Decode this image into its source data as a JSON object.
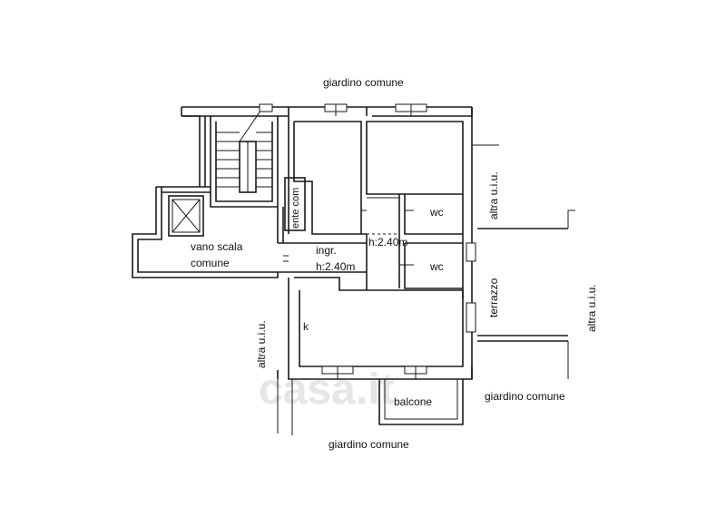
{
  "labels": {
    "garden_top": "giardino comune",
    "garden_bottom": "giardino comune",
    "garden_right": "giardino comune",
    "stair": "vano scala",
    "stair_2": "comune",
    "ente": "ente com",
    "ingr": "ingr.",
    "h1": "h:2.40m",
    "h2": "h:2.40m",
    "wc1": "wc",
    "wc2": "wc",
    "k": "k",
    "balcone": "balcone",
    "terrazzo": "terrazzo",
    "altra_right_top": "altra u.i.u.",
    "altra_left": "altra u.i.u.",
    "altra_far_right": "altra u.i.u."
  },
  "watermark": "casa.it"
}
